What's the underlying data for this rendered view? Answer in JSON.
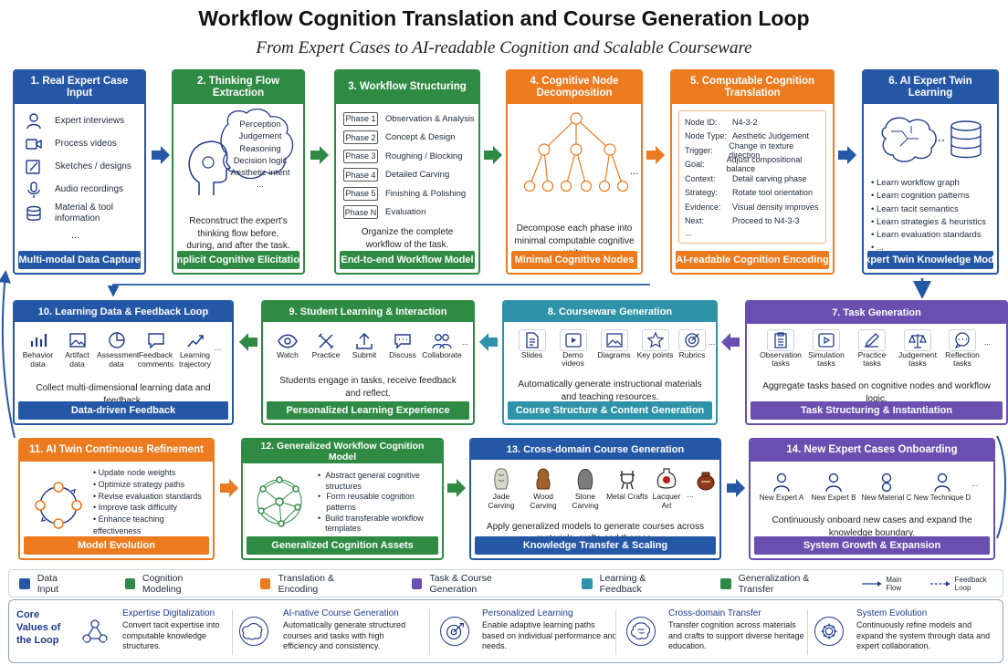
{
  "title": "Workflow Cognition Translation and Course Generation Loop",
  "subtitle": "From Expert Cases to AI-readable Cognition and Scalable Courseware",
  "colors": {
    "blue": "#2557a7",
    "green": "#2f8a44",
    "orange": "#ec7a1f",
    "purple": "#6b4fb0",
    "teal": "#2e93a8"
  },
  "c1": {
    "title": "1. Real Expert Case Input",
    "items": [
      "Expert interviews",
      "Process videos",
      "Sketches / designs",
      "Audio recordings",
      "Material & tool information"
    ],
    "more": "...",
    "footer": "Multi-modal Data Capture"
  },
  "c2": {
    "title": "2. Thinking Flow Extraction",
    "thoughts": [
      "Perception",
      "Judgement",
      "Reasoning",
      "Decision logic",
      "Aesthetic intent",
      "..."
    ],
    "caption": "Reconstruct the expert's thinking flow before, during, and after the task.",
    "footer": "Implicit Cognitive Elicitation"
  },
  "c3": {
    "title": "3. Workflow Structuring",
    "phases": [
      {
        "p": "Phase 1",
        "n": "Observation & Analysis"
      },
      {
        "p": "Phase 2",
        "n": "Concept & Design"
      },
      {
        "p": "Phase 3",
        "n": "Roughing / Blocking"
      },
      {
        "p": "Phase 4",
        "n": "Detailed Carving"
      },
      {
        "p": "Phase 5",
        "n": "Finishing & Polishing"
      },
      {
        "p": "Phase N",
        "n": "Evaluation"
      }
    ],
    "caption": "Organize the complete workflow of the task.",
    "footer": "End-to-end Workflow Model"
  },
  "c4": {
    "title": "4. Cognitive Node Decomposition",
    "more": "...",
    "caption": "Decompose each phase into minimal computable cognitive units.",
    "footer": "Minimal Cognitive Nodes"
  },
  "c5": {
    "title": "5. Computable Cognition Translation",
    "fields": [
      {
        "k": "Node ID:",
        "v": "N4-3-2"
      },
      {
        "k": "Node Type:",
        "v": "Aesthetic Judgement"
      },
      {
        "k": "Trigger:",
        "v": "Change in texture direction"
      },
      {
        "k": "Goal:",
        "v": "Adjust compositional balance"
      },
      {
        "k": "Context:",
        "v": "Detail carving phase"
      },
      {
        "k": "Strategy:",
        "v": "Rotate tool orientation"
      },
      {
        "k": "Evidence:",
        "v": "Visual density improves"
      },
      {
        "k": "Next:",
        "v": "Proceed to N4-3-3"
      }
    ],
    "more": "...",
    "footer": "AI-readable Cognition Encoding"
  },
  "c6": {
    "title": "6. AI Expert Twin Learning",
    "items": [
      "Learn workflow graph",
      "Learn cognition patterns",
      "Learn tacit semantics",
      "Learn strategies & heuristics",
      "Learn evaluation standards"
    ],
    "more": "...",
    "footer": "Expert Twin Knowledge Model"
  },
  "c7": {
    "title": "7. Task Generation",
    "items": [
      "Observation tasks",
      "Simulation tasks",
      "Practice tasks",
      "Judgement tasks",
      "Reflection tasks"
    ],
    "more": "...",
    "caption": "Aggregate tasks based on cognitive nodes and workflow logic.",
    "footer": "Task Structuring & Instantiation"
  },
  "c8": {
    "title": "8. Courseware Generation",
    "items": [
      "Slides",
      "Demo videos",
      "Diagrams",
      "Key points",
      "Rubrics"
    ],
    "more": "...",
    "caption": "Automatically generate instructional materials and teaching resources.",
    "footer": "Course Structure & Content Generation"
  },
  "c9": {
    "title": "9. Student Learning & Interaction",
    "items": [
      "Watch",
      "Practice",
      "Submit",
      "Discuss",
      "Collaborate"
    ],
    "more": "...",
    "caption": "Students engage in tasks, receive feedback and reflect.",
    "footer": "Personalized Learning Experience"
  },
  "c10": {
    "title": "10. Learning Data & Feedback Loop",
    "items": [
      "Behavior data",
      "Artifact data",
      "Assessment data",
      "Feedback comments",
      "Learning trajectory"
    ],
    "more": "...",
    "caption": "Collect multi-dimensional learning data and feedback.",
    "footer": "Data-driven Feedback"
  },
  "c11": {
    "title": "11. AI Twin Continuous Refinement",
    "items": [
      "Update node weights",
      "Optimize strategy paths",
      "Revise evaluation standards",
      "Improve task difficulty",
      "Enhance teaching effectiveness"
    ],
    "more": "...",
    "footer": "Model Evolution"
  },
  "c12": {
    "title": "12. Generalized Workflow Cognition Model",
    "items": [
      "Abstract general cognitive structures",
      "Form reusable cognition patterns",
      "Build transferable workflow templates"
    ],
    "more": "...",
    "footer": "Generalized Cognition Assets"
  },
  "c13": {
    "title": "13. Cross-domain Course Generation",
    "items": [
      "Jade Carving",
      "Wood Carving",
      "Stone Carving",
      "Metal Crafts",
      "Lacquer Art"
    ],
    "more": "...",
    "caption": "Apply generalized models to generate courses across materials, crafts and themes.",
    "footer": "Knowledge Transfer & Scaling"
  },
  "c14": {
    "title": "14. New Expert Cases Onboarding",
    "items": [
      "New Expert A",
      "New Expert B",
      "New Material C",
      "New Technique D"
    ],
    "more": "...",
    "caption": "Continuously onboard new cases and expand the knowledge boundary.",
    "footer": "System Growth & Expansion"
  },
  "legend": {
    "items": [
      {
        "label": "Data Input",
        "color": "#2557a7"
      },
      {
        "label": "Cognition Modeling",
        "color": "#2f8a44"
      },
      {
        "label": "Translation & Encoding",
        "color": "#ec7a1f"
      },
      {
        "label": "Task & Course Generation",
        "color": "#6b4fb0"
      },
      {
        "label": "Learning & Feedback",
        "color": "#2e93a8"
      },
      {
        "label": "Generalization & Transfer",
        "color": "#2f8a44"
      }
    ],
    "main": "Main Flow",
    "feedback": "Feedback Loop"
  },
  "core": {
    "label": "Core Values of the Loop",
    "values": [
      {
        "h": "Expertise Digitalization",
        "t": "Convert tacit expertise into computable knowledge structures."
      },
      {
        "h": "AI-native Course Generation",
        "t": "Automatically generate structured courses and tasks with high efficiency and consistency."
      },
      {
        "h": "Personalized Learning",
        "t": "Enable adaptive learning paths based on individual performance and needs."
      },
      {
        "h": "Cross-domain Transfer",
        "t": "Transfer cognition across materials and crafts to support diverse heritage education."
      },
      {
        "h": "System Evolution",
        "t": "Continuously refine models and expand the system through data and expert collaboration."
      }
    ]
  }
}
